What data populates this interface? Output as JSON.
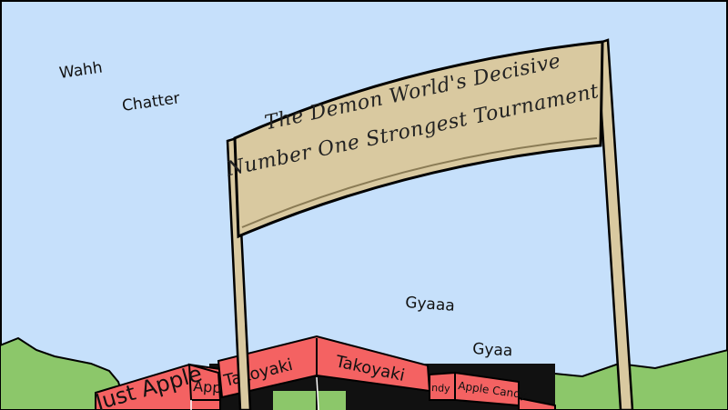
{
  "sound_effects": [
    "Wahh",
    "Chatter",
    "Gyaaa",
    "Gyaa"
  ],
  "banner": {
    "line1": "The Demon World's Decisive",
    "line2": "Number One Strongest Tournament"
  },
  "stalls": {
    "sign1": "Just Apple",
    "sign2": "App",
    "sign3": "Takoyaki",
    "sign4": "Takoyaki",
    "sign5": "ndy",
    "sign6": "Apple Candy"
  },
  "colors": {
    "sky": "#c6e0fb",
    "banner": "#d9c9a0",
    "stall": "#f46262",
    "bushes": "#8cc76a"
  }
}
